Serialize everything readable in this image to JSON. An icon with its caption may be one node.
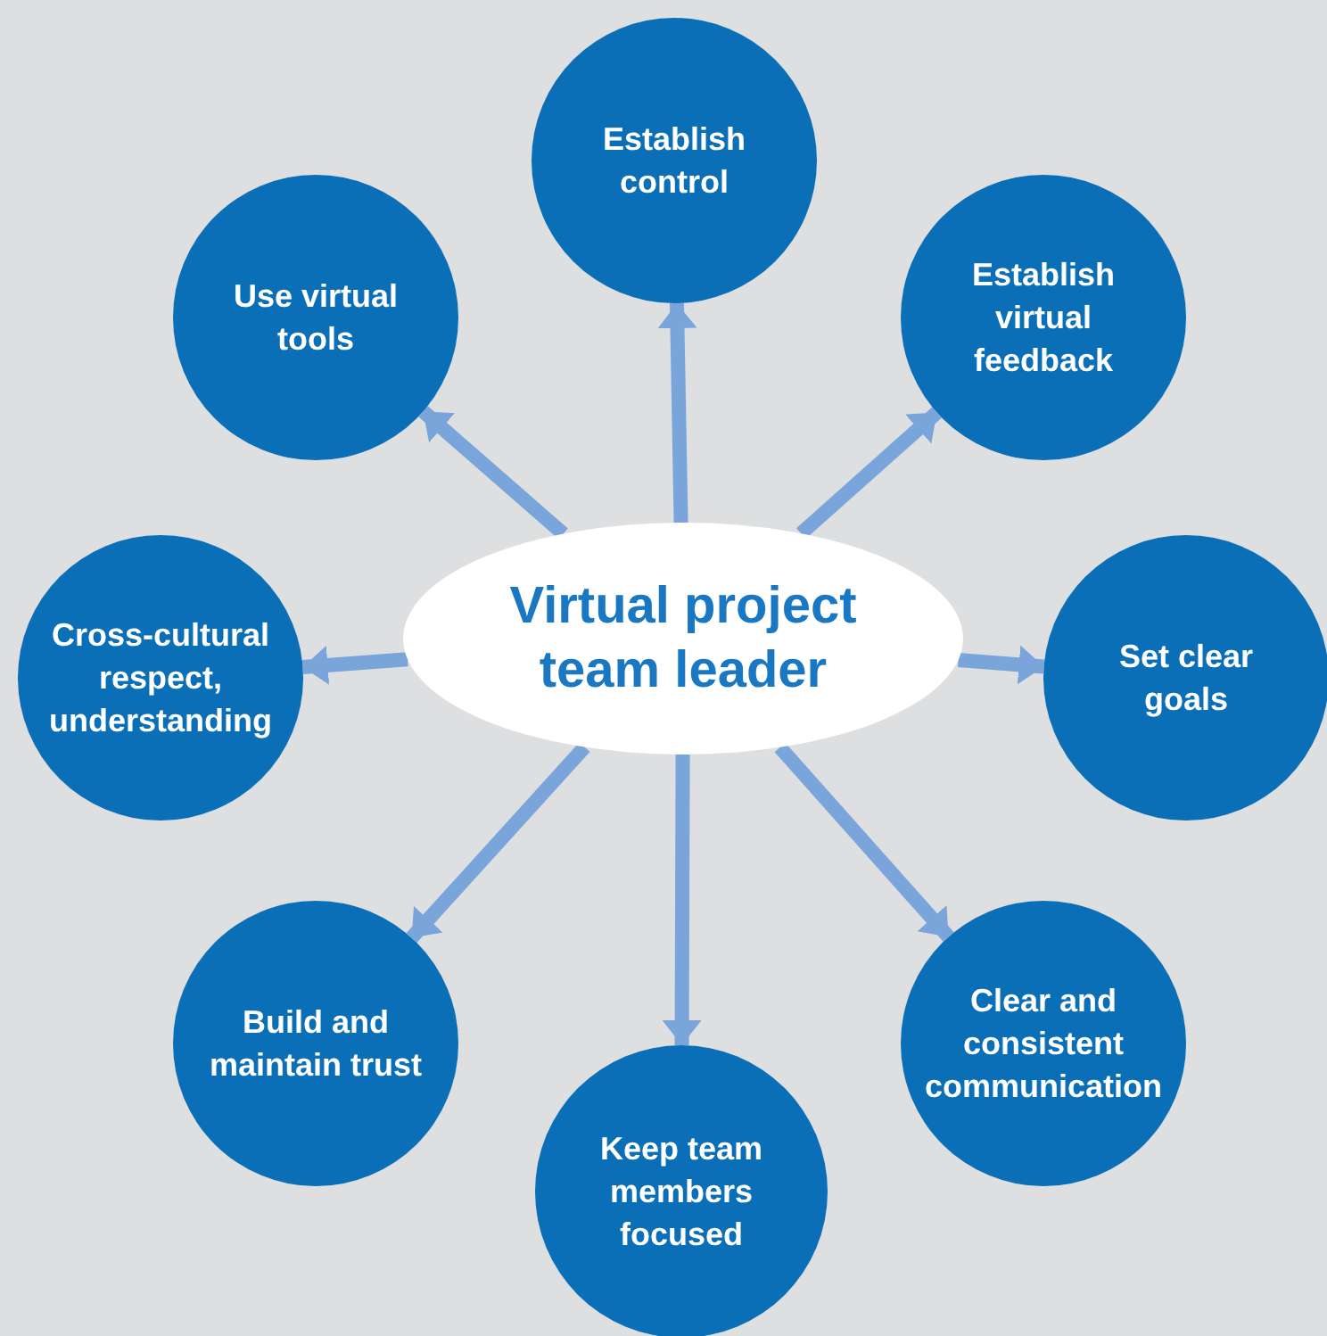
{
  "diagram": {
    "nodes": [
      {
        "text": [
          "Virtual project team leader"
        ]
      },
      {
        "text": [
          "Establish control"
        ]
      },
      {
        "text": [
          "Establish virtual feedback"
        ]
      },
      {
        "text": [
          "Set clear goals"
        ]
      },
      {
        "text": [
          "Clear and consistent communication"
        ]
      },
      {
        "text": [
          "Keep team members focused"
        ]
      },
      {
        "text": [
          "Build and maintain trust"
        ]
      },
      {
        "text": [
          "Cross-cultural respect, understanding"
        ]
      },
      {
        "text": [
          "Use virtual tools"
        ]
      }
    ],
    "edges": [
      {
        "from": 0,
        "to": 1,
        "arrow": "to"
      },
      {
        "from": 0,
        "to": 2,
        "arrow": "to"
      },
      {
        "from": 0,
        "to": 3,
        "arrow": "to"
      },
      {
        "from": 0,
        "to": 4,
        "arrow": "to"
      },
      {
        "from": 0,
        "to": 5,
        "arrow": "to"
      },
      {
        "from": 0,
        "to": 6,
        "arrow": "to"
      },
      {
        "from": 0,
        "to": 7,
        "arrow": "to"
      },
      {
        "from": 0,
        "to": 8,
        "arrow": "to"
      }
    ]
  }
}
